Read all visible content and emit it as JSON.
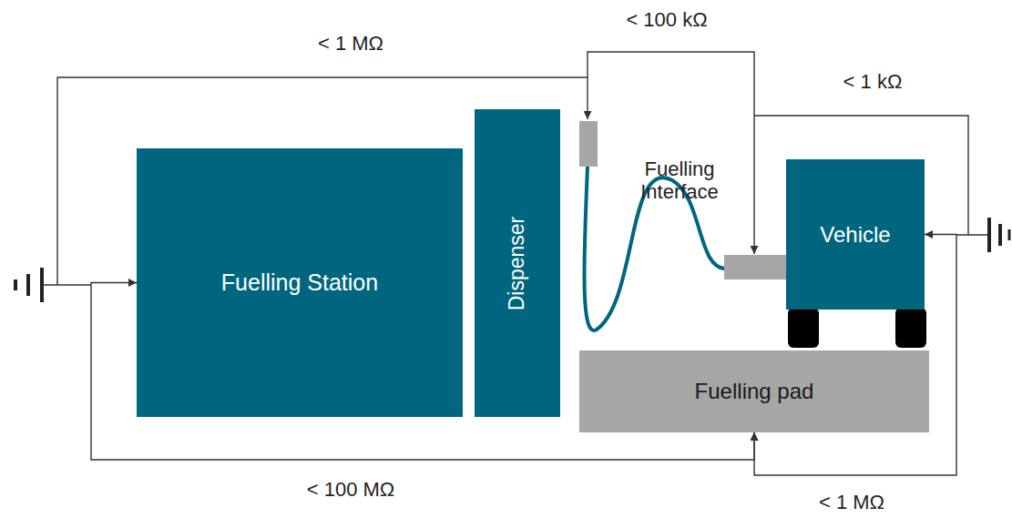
{
  "diagram": {
    "nodes": [
      {
        "text": [
          "Fuelling Station"
        ]
      },
      {
        "text": [
          "Dispenser"
        ]
      },
      {
        "text": [
          "Vehicle"
        ]
      },
      {
        "text": [
          "Fuelling pad"
        ]
      }
    ],
    "edges": [
      {
        "from": 0,
        "to": 3,
        "label": "< 100 MΩ",
        "arrow": "both"
      },
      {
        "from": 2,
        "to": 3,
        "label": "< 1 MΩ",
        "arrow": "both"
      }
    ],
    "labels": [
      "< 1 MΩ",
      "< 100 kΩ",
      "< 1 kΩ",
      "Fuelling Interface"
    ]
  }
}
